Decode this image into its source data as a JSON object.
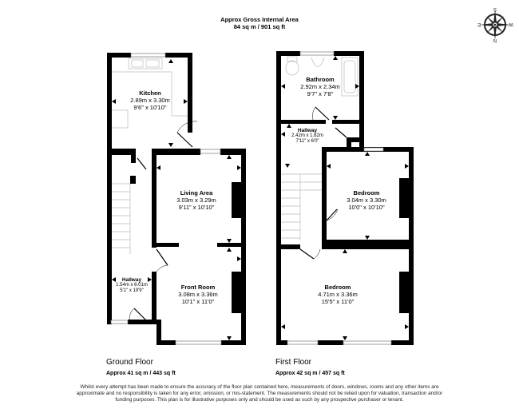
{
  "header": {
    "title": "Approx Gross Internal Area",
    "area": "84 sq m / 901 sq ft"
  },
  "compass": {
    "north": "N",
    "south": "S",
    "east": "E",
    "west": "W"
  },
  "floors": [
    {
      "title": "Ground Floor",
      "area": "Approx 41 sq m / 443 sq ft",
      "rooms": [
        {
          "name": "Kitchen",
          "metric": "2.89m x 3.30m",
          "imperial": "9'6\" x 10'10\""
        },
        {
          "name": "Living Area",
          "metric": "3.03m x 3.29m",
          "imperial": "9'11\" x 10'10\""
        },
        {
          "name": "Hallway",
          "metric": "1.54m x 6.01m",
          "imperial": "5'1\" x 19'9\""
        },
        {
          "name": "Front Room",
          "metric": "3.08m x 3.36m",
          "imperial": "10'1\" x 11'0\""
        }
      ]
    },
    {
      "title": "First Floor",
      "area": "Approx 42 sq m / 457 sq ft",
      "rooms": [
        {
          "name": "Bathroom",
          "metric": "2.92m x 2.34m",
          "imperial": "9'7\" x 7'8\""
        },
        {
          "name": "Hallway",
          "metric": "2.42m x 1.82m",
          "imperial": "7'11\" x 6'0\""
        },
        {
          "name": "Bedroom",
          "metric": "3.04m x 3.30m",
          "imperial": "10'0\" x 10'10\""
        },
        {
          "name": "Bedroom",
          "metric": "4.71m x 3.36m",
          "imperial": "15'5\" x 11'0\""
        }
      ]
    }
  ],
  "disclaimer": "Whilst every attempt has been made to ensure the accuracy of the floor plan contained here, measurements of doors, windows, rooms and any other items are approximate and no responsibility is taken for any error, omission, or mis-statement. The measurements should not be relied upon for valuation, transaction and/or funding purposes. This plan is for illustrative purposes only and should be used as such by any prospective purchaser or tenant."
}
